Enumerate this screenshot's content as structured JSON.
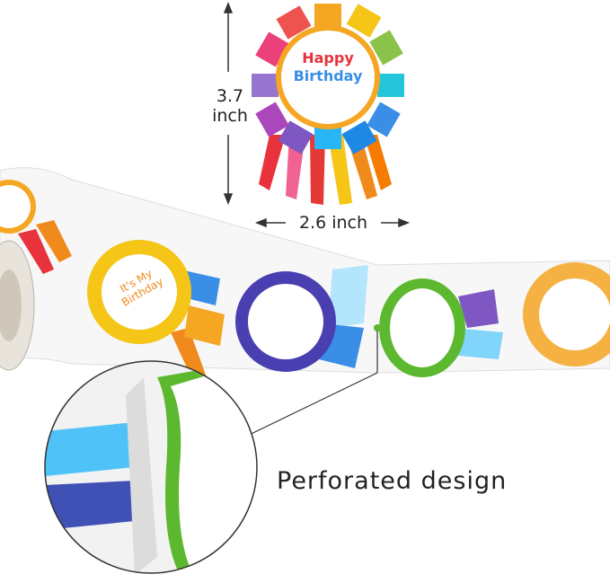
{
  "dimensions": {
    "height_label": [
      "3.7",
      "inch"
    ],
    "width_label": "2.6 inch"
  },
  "badge_text": {
    "happy_birthday": [
      "Happy",
      "Birthday"
    ],
    "its_my_birthday": [
      "It's My",
      "Birthday"
    ]
  },
  "callout": "Perforated design",
  "colors": {
    "gold": "#f5c518",
    "purple": "#4a3fb0",
    "green": "#5cb82e",
    "orange": "#f08a1c",
    "blue": "#3a8ee6",
    "red": "#e8323c"
  }
}
